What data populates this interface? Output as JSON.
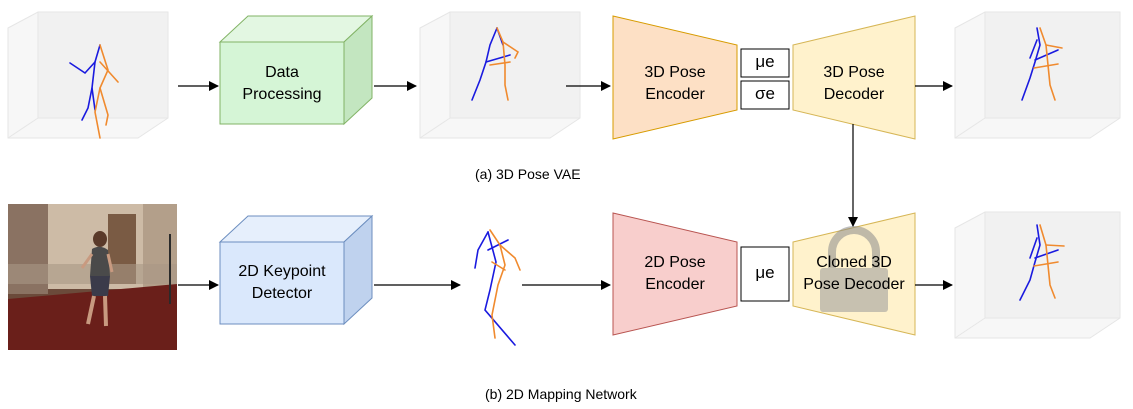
{
  "top_row": {
    "data_processing": [
      "Data",
      "Processing"
    ],
    "encoder": [
      "3D Pose",
      "Encoder"
    ],
    "decoder": [
      "3D Pose",
      "Decoder"
    ],
    "mu": "μe",
    "sigma": "σe",
    "caption": "(a) 3D Pose VAE"
  },
  "bottom_row": {
    "detector": [
      "2D Keypoint",
      "Detector"
    ],
    "encoder": [
      "2D Pose",
      "Encoder"
    ],
    "decoder": [
      "Cloned 3D",
      "Pose Decoder"
    ],
    "mu": "μe",
    "caption": "(b) 2D Mapping Network"
  },
  "colors": {
    "green_box": "#d5f5d6",
    "green_edge": "#82b366",
    "blue_box": "#dae8fc",
    "blue_edge": "#6c8ebf",
    "encoder_3d": "#fde0c5",
    "encoder_3d_edge": "#d79b00",
    "decoder": "#fff2cc",
    "decoder_edge": "#d6b656",
    "encoder_2d": "#f8cecc",
    "encoder_2d_edge": "#b85450",
    "pose_blue": "#1a1adf",
    "pose_orange": "#f08a2e"
  }
}
